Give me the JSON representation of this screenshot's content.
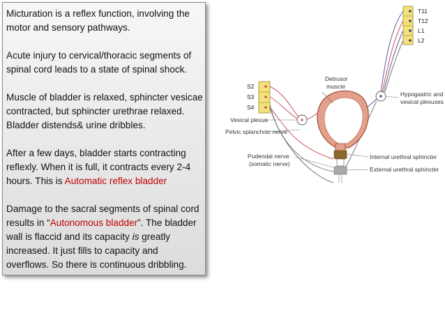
{
  "text": {
    "p1": "Micturation  is a reflex function, involving the motor and sensory pathways.",
    "p2": "Acute injury to cervical/thoracic segments of spinal cord leads to a state of spinal shock.",
    "p3": "Muscle of bladder is relaxed, sphincter vesicae contracted, but sphincter urethrae relaxed. Bladder distends&  urine dribbles.",
    "p4_pre": "After a few days, bladder starts contracting reflexly. When it is full, it contracts every 2-4 hours. This is ",
    "p4_red": "Automatic reflex bladder",
    "p5_pre": "Damage to the sacral segments of spinal cord results in “",
    "p5_red": "Autonomous bladder",
    "p5_mid": "”. The bladder wall is flaccid and its capacity ",
    "p5_ital": "is",
    "p5_post": " greatly increased. It just fills to capacity and overflows. So there is continuous dribbling."
  },
  "diagram": {
    "segments_top": [
      "T11",
      "T12",
      "L1",
      "L2"
    ],
    "segments_sacral": [
      "S2",
      "S3",
      "S4"
    ],
    "labels": {
      "detrusor_1": "Detrusor",
      "detrusor_2": "muscle",
      "hypogastric_1": "Hypogastric and",
      "hypogastric_2": "vesical plexuses",
      "vesical_plexus": "Vesical plexus",
      "pelvic_nerve": "Pelvic splanchnic nerve",
      "pudendal_1": "Pudendal nerve",
      "pudendal_2": "(somatic nerve)",
      "internal_sphincter": "Internal urethral sphincter",
      "external_sphincter": "External urethral sphincter"
    },
    "colors": {
      "bladder_wall": "#e3a08a",
      "bladder_outline": "#a04a36",
      "segment_box": "#f3e27a",
      "nerve_red": "#c8505a",
      "nerve_blue": "#5a5a9a",
      "nerve_gray": "#777777"
    }
  }
}
